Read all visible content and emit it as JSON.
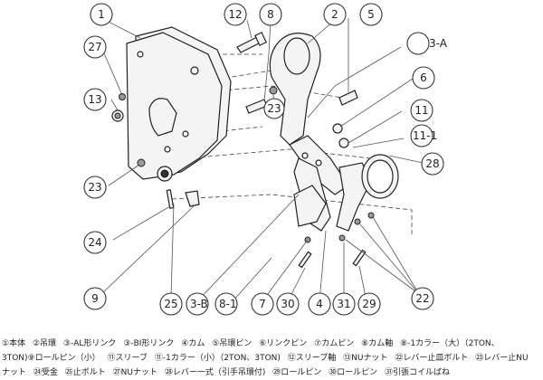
{
  "callouts": [
    "1",
    "2",
    "3-A",
    "5",
    "6",
    "8",
    "11",
    "11-1",
    "12",
    "13",
    "23",
    "23",
    "24",
    "27",
    "28",
    "9",
    "25",
    "3-B",
    "8-1",
    "7",
    "30",
    "4",
    "31",
    "29",
    "22"
  ],
  "legend": {
    "row1": [
      "①本体",
      "②吊環",
      "③-AL形リンク",
      "③-BI形リンク",
      "④カム",
      "⑤吊環ピン",
      "⑥リンクピン",
      "⑦カムピン",
      "⑧カム軸",
      "⑧-1カラー（大）（2TON、"
    ],
    "row2": [
      "3TON)⑨ロールピン（小）",
      "⑪スリーブ",
      "⑪-1カラー（小）（2TON、3TON)",
      "⑫スリーブ軸",
      "⑬NUナット",
      "㉒レバー止皿ボルト",
      "㉓レバー止NU"
    ],
    "row3": [
      "ナット",
      "㉔受金",
      "㉕止ボルト",
      "㉗NUナット",
      "㉘レバー一式（引手吊環付)",
      "㉙ロールピン",
      "㉚ロールピン",
      "㉛引張コイルばね"
    ]
  }
}
